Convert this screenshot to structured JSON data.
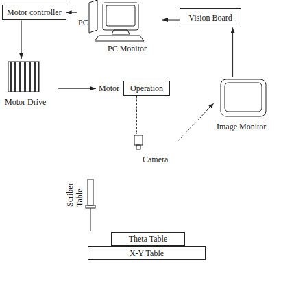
{
  "diagram": {
    "nodes": [
      {
        "text": [
          "Motor controller"
        ]
      },
      {
        "text": [
          "PC",
          "PC Monitor"
        ]
      },
      {
        "text": [
          "Vision Board"
        ]
      },
      {
        "text": [
          "Motor Drive"
        ]
      },
      {
        "text": [
          "Motor",
          "Operation"
        ]
      },
      {
        "text": [
          "Image Monitor"
        ]
      },
      {
        "text": [
          "Camera"
        ]
      },
      {
        "text": [
          "Theta Table"
        ]
      },
      {
        "text": [
          "X-Y Table"
        ]
      }
    ],
    "edges": [
      {
        "from": 1,
        "to": 0,
        "arrow": "to"
      },
      {
        "from": 2,
        "to": 1,
        "arrow": "to"
      },
      {
        "from": 0,
        "to": 3,
        "arrow": "to"
      },
      {
        "from": 3,
        "to": 4,
        "arrow": "to"
      },
      {
        "from": 5,
        "to": 2,
        "arrow": "to"
      },
      {
        "from": 6,
        "to": 5,
        "arrow": "to"
      },
      {
        "from": 4,
        "to": 6,
        "arrow": "none"
      }
    ],
    "labels": [
      "Scriber Table"
    ]
  }
}
